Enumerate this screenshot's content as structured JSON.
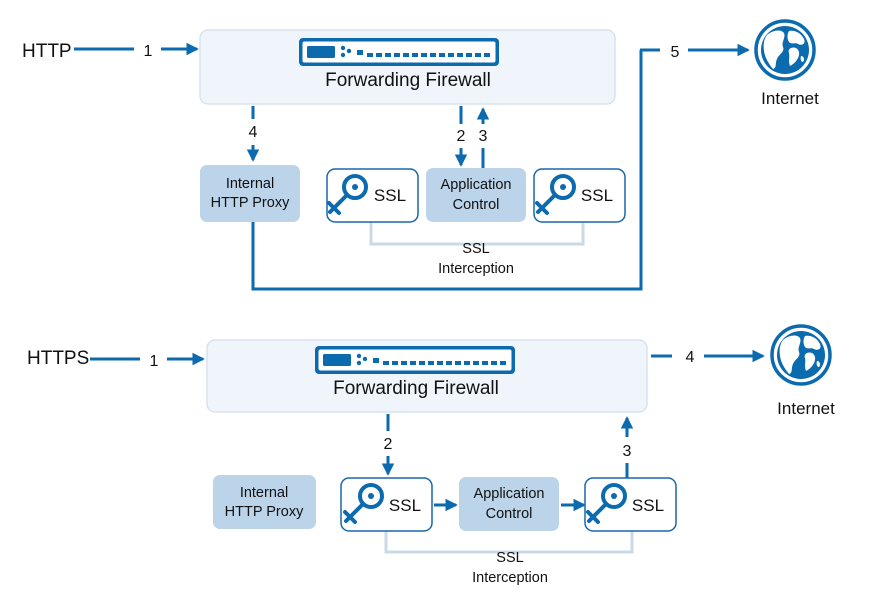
{
  "colors": {
    "flow_line": "#0c6aae",
    "firewall_box_fill": "#f0f5fb",
    "firewall_box_border": "#d7e3ef",
    "module_box_fill": "#bcd4ea",
    "ssl_box_border": "#1a66aa",
    "bracket_line": "#cad9e8",
    "globe": "#0c6aae"
  },
  "icons": [
    "firewall-appliance-icon",
    "key-icon",
    "globe-icon"
  ],
  "http_flow": {
    "source_label": "HTTP",
    "firewall_label": "Forwarding Firewall",
    "proxy_label_line1": "Internal",
    "proxy_label_line2": "HTTP Proxy",
    "app_control_line1": "Application",
    "app_control_line2": "Control",
    "ssl_left_label": "SSL",
    "ssl_right_label": "SSL",
    "ssl_interception_line1": "SSL",
    "ssl_interception_line2": "Interception",
    "destination_label": "Internet",
    "step_1": "1",
    "step_2": "2",
    "step_3": "3",
    "step_4": "4",
    "step_5": "5"
  },
  "https_flow": {
    "source_label": "HTTPS",
    "firewall_label": "Forwarding Firewall",
    "proxy_label_line1": "Internal",
    "proxy_label_line2": "HTTP Proxy",
    "app_control_line1": "Application",
    "app_control_line2": "Control",
    "ssl_left_label": "SSL",
    "ssl_right_label": "SSL",
    "ssl_interception_line1": "SSL",
    "ssl_interception_line2": "Interception",
    "destination_label": "Internet",
    "step_1": "1",
    "step_2": "2",
    "step_3": "3",
    "step_4": "4"
  }
}
